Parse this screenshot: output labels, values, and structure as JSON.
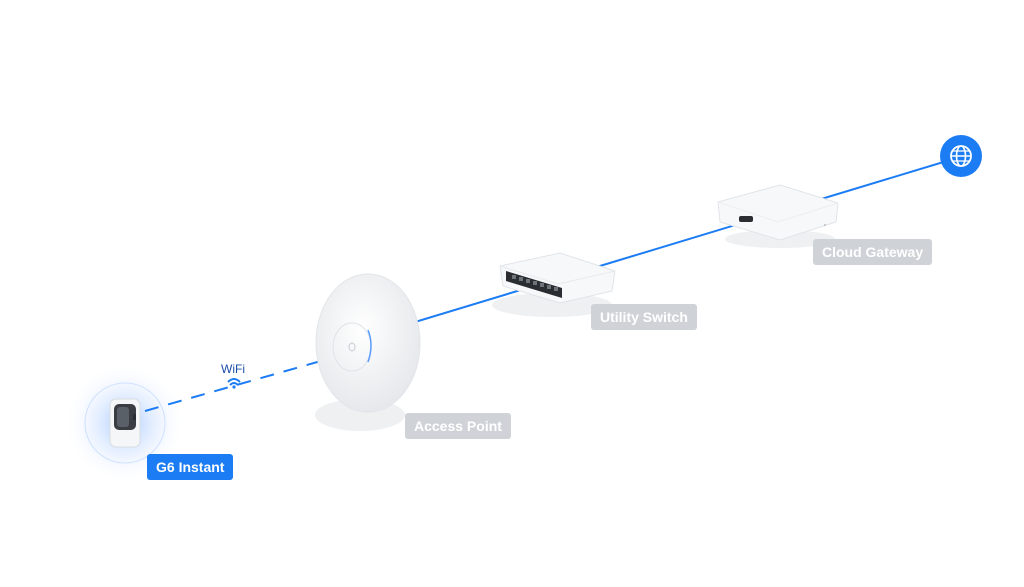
{
  "devices": {
    "camera": {
      "label": "G6 Instant",
      "active": true
    },
    "access_point": {
      "label": "Access Point",
      "active": false
    },
    "switch": {
      "label": "Utility Switch",
      "active": false
    },
    "gateway": {
      "label": "Cloud Gateway",
      "active": false
    }
  },
  "wifi_label": "WiFi",
  "internet_icon": "globe-icon",
  "colors": {
    "accent": "#1c7cf3",
    "link_line": "#1c7cf3",
    "inactive_label": "#cfd3d8",
    "active_label": "#1c7cf3"
  }
}
